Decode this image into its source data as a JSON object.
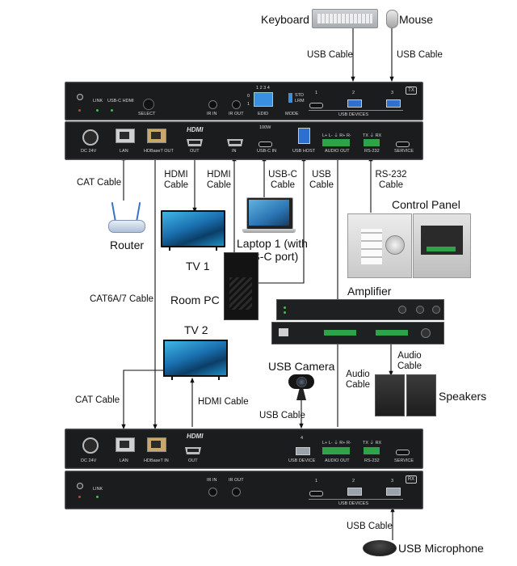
{
  "devices": {
    "keyboard": "Keyboard",
    "mouse": "Mouse",
    "router": "Router",
    "tv1": "TV 1",
    "laptop": "Laptop 1 (with USB-C port)",
    "room_pc": "Room PC",
    "control_panel": "Control Panel",
    "amplifier": "Amplifier",
    "tv2": "TV 2",
    "usb_camera": "USB Camera",
    "speakers": "Speakers",
    "usb_microphone": "USB Microphone"
  },
  "cables": {
    "keyboard_usb": "USB Cable",
    "mouse_usb": "USB Cable",
    "cat_router": "CAT Cable",
    "hdmi_tv1": "HDMI Cable",
    "hdmi_in": "HDMI Cable",
    "usbc": "USB-C Cable",
    "usb_host": "USB Cable",
    "rs232": "RS-232 Cable",
    "cat6a": "CAT6A/7 Cable",
    "cat_rx": "CAT Cable",
    "hdmi_tv2": "HDMI Cable",
    "audio_amp": "Audio Cable",
    "audio_speakers": "Audio Cable",
    "usb_camera": "USB Cable",
    "usb_mic": "USB Cable"
  },
  "tx_front": {
    "badge": "TX",
    "link": "LINK",
    "usbc_hdmi": "USB-C HDMI",
    "select": "SELECT",
    "ir_in": "IR IN",
    "ir_out": "IR OUT",
    "dip_nums": "1 2 3 4",
    "dip_on": "0",
    "dip_off": "1",
    "edid": "EDID",
    "std": "STD",
    "lrm": "LRM",
    "mode": "MODE",
    "usb1": "1",
    "usb2": "2",
    "usb3": "3",
    "usb_devices": "USB DEVICES"
  },
  "tx_rear": {
    "dc": "DC 24V",
    "lan": "LAN",
    "hdbaset_out": "HDBaseT OUT",
    "hdmi_logo": "HDMI",
    "out": "OUT",
    "in": "IN",
    "watt": "100W",
    "usbc_in": "USB-C IN",
    "usb_host": "USB HOST",
    "audio_pins": "L+ L- ⏚ R+ R-",
    "audio_out": "AUDIO OUT",
    "rs_pins": "TX ⏚ RX",
    "rs232": "RS-232",
    "service": "SERVICE"
  },
  "rx_rear": {
    "hdmi_logo": "HDMI",
    "dc": "DC 24V",
    "lan": "LAN",
    "hdbaset_in": "HDBaseT IN",
    "out": "OUT",
    "usb_num": "4",
    "usb_device": "USB DEVICE",
    "audio_pins": "L+ L- ⏚ R+ R-",
    "audio_out": "AUDIO OUT",
    "rs_pins": "TX ⏚ RX",
    "rs232": "RS-232",
    "service": "SERVICE"
  },
  "rx_front": {
    "badge": "RX",
    "link": "LINK",
    "ir_in": "IR IN",
    "ir_out": "IR OUT",
    "usb1": "1",
    "usb2": "2",
    "usb3": "3",
    "usb_devices": "USB DEVICES"
  },
  "colors": {
    "panel": "#1b1c1e",
    "line": "#111111",
    "usb_blue": "#2f6fd0",
    "terminal_green": "#2fa34a"
  }
}
